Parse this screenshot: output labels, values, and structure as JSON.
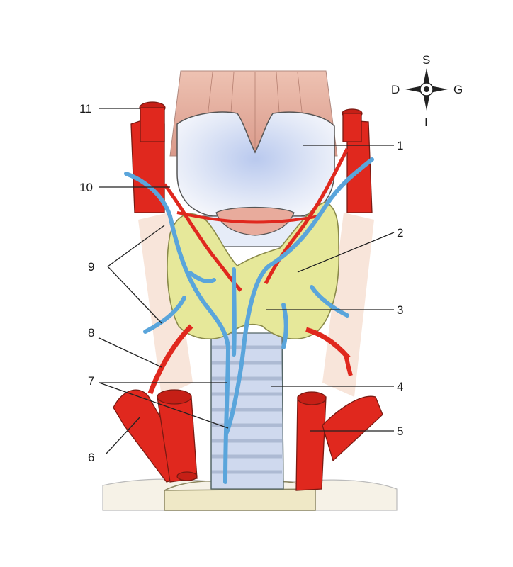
{
  "compass": {
    "top": "S",
    "left": "D",
    "right": "G",
    "bottom": "I"
  },
  "labels": {
    "l1": "1",
    "l2": "2",
    "l3": "3",
    "l4": "4",
    "l5": "5",
    "l6": "6",
    "l7": "7",
    "l8": "8",
    "l9": "9",
    "l10": "10",
    "l11": "11"
  },
  "colors": {
    "artery": "#e0281e",
    "vein": "#5aa5db",
    "thyroid": "#e6e89a",
    "cartilage": "#dfe7f6",
    "muscle": "#e8b5a5",
    "trachea": "#c9d6ee",
    "skin": "#f6dccd",
    "clavicle": "#eee9c6"
  }
}
